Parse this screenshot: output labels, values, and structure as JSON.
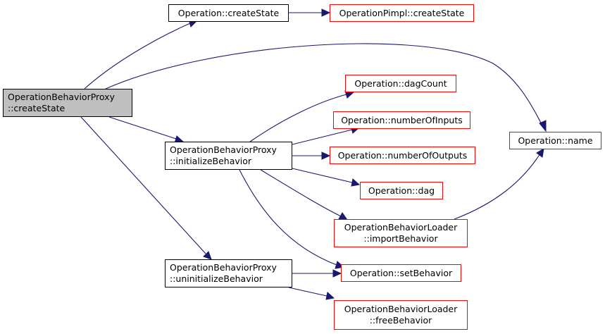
{
  "nodes": {
    "obp_create_state": {
      "line1": "OperationBehaviorProxy",
      "line2": "::createState"
    },
    "op_create_state": {
      "line1": "Operation::createState"
    },
    "opimpl_create_state": {
      "line1": "OperationPimpl::createState"
    },
    "op_name": {
      "line1": "Operation::name"
    },
    "op_dag_count": {
      "line1": "Operation::dagCount"
    },
    "op_number_of_inputs": {
      "line1": "Operation::numberOfInputs"
    },
    "obp_initialize_behavior": {
      "line1": "OperationBehaviorProxy",
      "line2": "::initializeBehavior"
    },
    "op_number_of_outputs": {
      "line1": "Operation::numberOfOutputs"
    },
    "op_dag": {
      "line1": "Operation::dag"
    },
    "obl_import_behavior": {
      "line1": "OperationBehaviorLoader",
      "line2": "::importBehavior"
    },
    "obp_uninitialize_behavior": {
      "line1": "OperationBehaviorProxy",
      "line2": "::uninitializeBehavior"
    },
    "op_set_behavior": {
      "line1": "Operation::setBehavior"
    },
    "obl_free_behavior": {
      "line1": "OperationBehaviorLoader",
      "line2": "::freeBehavior"
    }
  },
  "colors": {
    "edge": "#191970",
    "focus_fill": "#bfbfbf",
    "link_border": "#ff0000",
    "node_border": "#000000"
  }
}
